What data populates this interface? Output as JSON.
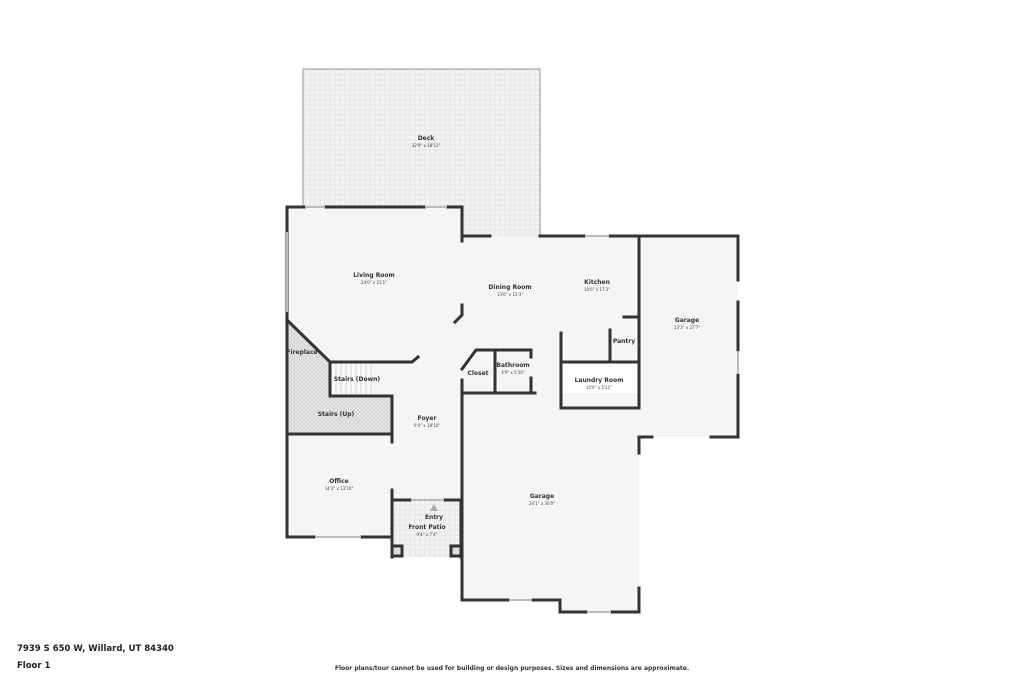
{
  "floorplan": {
    "address": "7939 S 650 W, Willard, UT 84340",
    "floor": "Floor 1",
    "disclaimer": "Floor plans/tour cannot be used for building or design purposes. Sizes and dimensions are approximate.",
    "colors": {
      "wall": "#333333",
      "floor": "#f5f5f5",
      "hatch": "#d8d8d8",
      "window": "#cccccc",
      "background": "#ffffff"
    },
    "rooms": {
      "deck": {
        "name": "Deck",
        "dim": "32'9\" x 18'11\""
      },
      "living_room": {
        "name": "Living Room",
        "dim": "24'0\" x 21'1\""
      },
      "dining_room": {
        "name": "Dining Room",
        "dim": "13'6\" x 15'3\""
      },
      "kitchen": {
        "name": "Kitchen",
        "dim": "10'6\" x 17'3\""
      },
      "garage_right": {
        "name": "Garage",
        "dim": "13'3\" x 27'7\""
      },
      "pantry": {
        "name": "Pantry"
      },
      "fireplace": {
        "name": "Fireplace"
      },
      "stairs_down": {
        "name": "Stairs (Down)"
      },
      "stairs_up": {
        "name": "Stairs (Up)"
      },
      "closet": {
        "name": "Closet"
      },
      "bathroom": {
        "name": "Bathroom",
        "dim": "4'9\" x 5'10\""
      },
      "laundry_room": {
        "name": "Laundry Room",
        "dim": "10'6\" x 5'11\""
      },
      "foyer": {
        "name": "Foyer",
        "dim": "9'4\" x 18'10\""
      },
      "office": {
        "name": "Office",
        "dim": "14'3\" x 13'10\""
      },
      "entry": {
        "name": "Entry"
      },
      "front_patio": {
        "name": "Front Patio",
        "dim": "9'4\" x 7'4\""
      },
      "garage_main": {
        "name": "Garage",
        "dim": "24'1\" x 30'0\""
      }
    }
  }
}
